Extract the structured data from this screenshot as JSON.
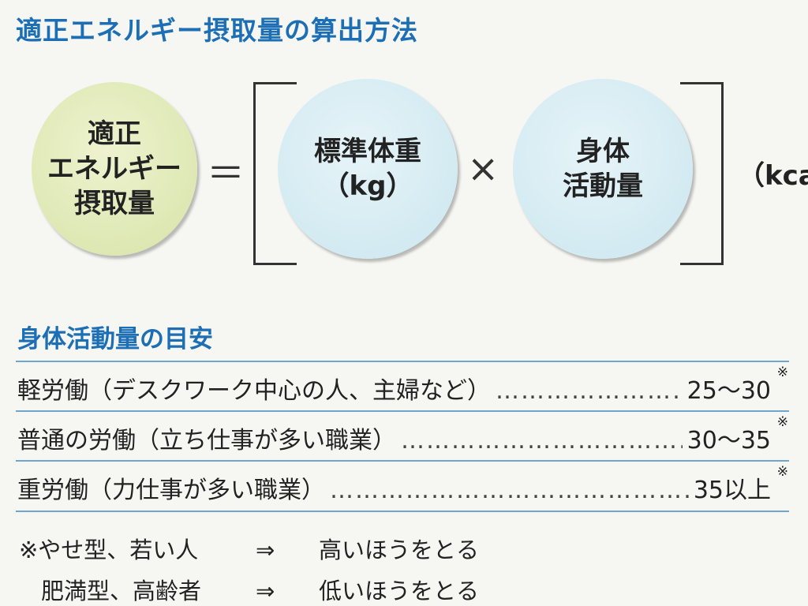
{
  "title": "適正エネルギー摂取量の算出方法",
  "formula": {
    "left": [
      "適正",
      "エネルギー",
      "摂取量"
    ],
    "equals": "＝",
    "weight": [
      "標準体重",
      "（kg）"
    ],
    "times": "×",
    "activity": [
      "身体",
      "活動量"
    ],
    "unit": "（kca"
  },
  "section_title": "身体活動量の目安",
  "rows": [
    {
      "label": "軽労働（デスクワーク中心の人、主婦など）",
      "value": "25〜30",
      "mark": "※"
    },
    {
      "label": "普通の労働（立ち仕事が多い職業）",
      "value": "30〜35",
      "mark": "※"
    },
    {
      "label": "重労働（力仕事が多い職業）",
      "value": "35以上",
      "mark": "※"
    }
  ],
  "dots": "…………………………………………………",
  "notes": [
    {
      "who": "※やせ型、若い人",
      "arrow": "⇒",
      "rule": "高いほうをとる"
    },
    {
      "who": "肥満型、高齢者",
      "arrow": "⇒",
      "rule": "低いほうをとる"
    }
  ]
}
